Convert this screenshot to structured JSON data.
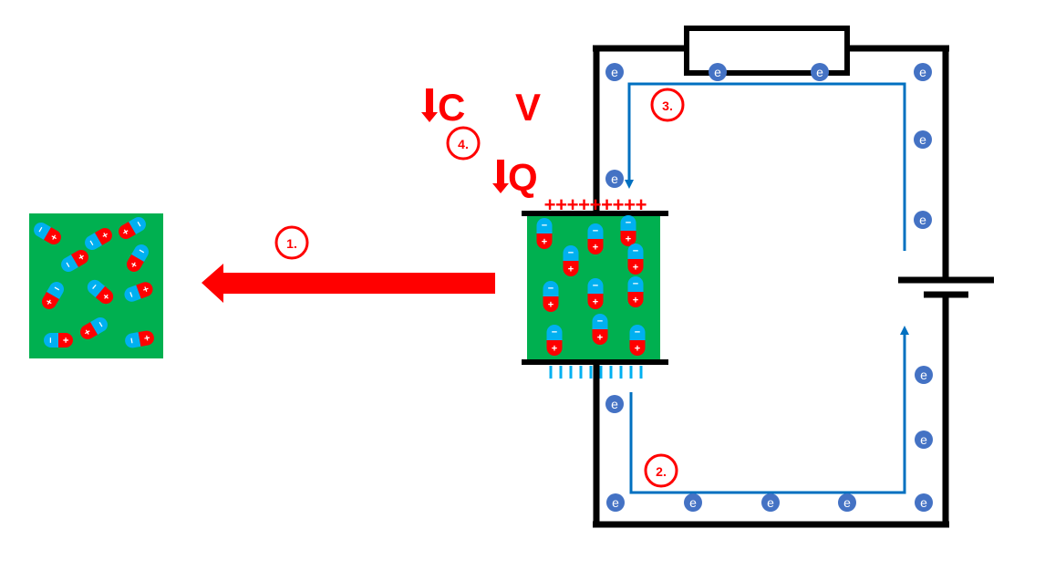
{
  "labels": {
    "capacitance": "C",
    "voltage": "V",
    "charge": "Q"
  },
  "steps": [
    {
      "number": "1."
    },
    {
      "number": "2."
    },
    {
      "number": "3."
    },
    {
      "number": "4."
    }
  ],
  "symbols": {
    "electron": "e",
    "positive": "+",
    "negative": "−"
  },
  "colors": {
    "accent_red": "#ff0000",
    "dielectric_green": "#00b050",
    "negative_blue": "#00b0f0",
    "electron_blue": "#4472c4",
    "current_blue": "#0070c0",
    "wire": "#000000"
  }
}
